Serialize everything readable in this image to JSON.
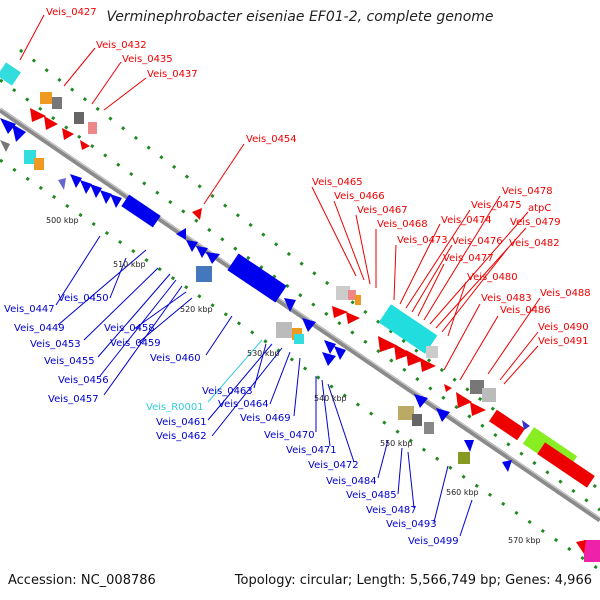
{
  "header": {
    "title": "Verminephrobacter eiseniae EF01-2, complete genome"
  },
  "footer": {
    "accession_label": "Accession:",
    "accession": "NC_008786",
    "topology_label": "Topology:",
    "topology": "circular",
    "length_label": "Length:",
    "length": "5,566,749 bp",
    "genes_label": "Genes:",
    "genes": "4,966"
  },
  "colors": {
    "forward_label": "#ee0000",
    "reverse_label": "#0000cc",
    "rna_label": "#33ccdd",
    "backbone": "#888888",
    "tick": "#228822"
  },
  "scale_ticks": [
    "500 kbp",
    "510 kbp",
    "520 kbp",
    "530 kbp",
    "540 kbp",
    "550 kbp",
    "560 kbp",
    "570 kbp"
  ],
  "gene_labels_top": [
    "Veis_0427",
    "Veis_0432",
    "Veis_0435",
    "Veis_0437",
    "Veis_0454",
    "Veis_0465",
    "Veis_0466",
    "Veis_0467",
    "Veis_0468",
    "Veis_0473",
    "Veis_0474",
    "Veis_0475",
    "Veis_0476",
    "Veis_0477",
    "Veis_0478",
    "atpC",
    "Veis_0479",
    "Veis_0482",
    "Veis_0480",
    "Veis_0483",
    "Veis_0486",
    "Veis_0488",
    "Veis_0490",
    "Veis_0491"
  ],
  "gene_labels_bottom": [
    "Veis_0447",
    "Veis_0449",
    "Veis_0450",
    "Veis_0453",
    "Veis_0455",
    "Veis_0456",
    "Veis_0457",
    "Veis_0458",
    "Veis_0459",
    "Veis_0460",
    "Veis_R0001",
    "Veis_0461",
    "Veis_0462",
    "Veis_0463",
    "Veis_0464",
    "Veis_0469",
    "Veis_0470",
    "Veis_0471",
    "Veis_0472",
    "Veis_0484",
    "Veis_0485",
    "Veis_0487",
    "Veis_0493",
    "Veis_0499"
  ]
}
